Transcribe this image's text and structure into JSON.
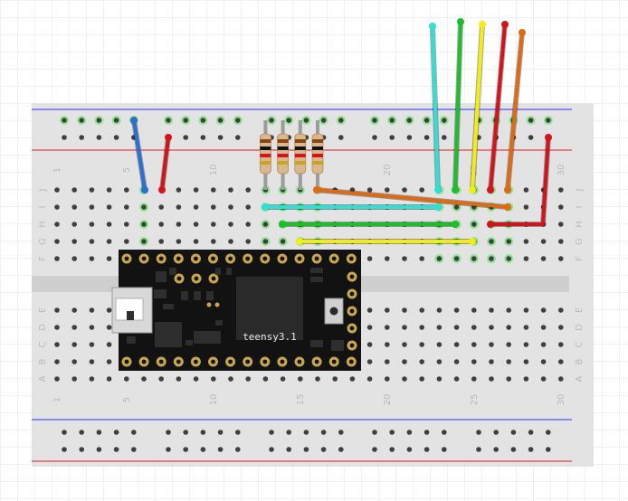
{
  "board": {
    "column_numbers": [
      "1",
      "5",
      "10",
      "15",
      "20",
      "25",
      "30"
    ],
    "row_letters_top": [
      "J",
      "I",
      "H",
      "G",
      "F"
    ],
    "row_letters_bottom": [
      "E",
      "D",
      "C",
      "B",
      "A"
    ],
    "colors": {
      "board": "#e3e3e3",
      "hole": "#3f3f3f",
      "rail_blue": "#2d2dff",
      "rail_red": "#e01818",
      "label": "#b9b9b9",
      "grid": "#e8e8e8",
      "active_hole": "#8fe28f"
    }
  },
  "microcontroller": {
    "label": "teensy3.1",
    "colors": {
      "pcb": "#121212",
      "pad": "#c8a64b",
      "text": "#e8e8e8",
      "chip": "#2a2a2a"
    }
  },
  "resistors": [
    {
      "name": "resistor-1",
      "bands": [
        "#8b4513",
        "#111111",
        "#d4141c",
        "#c9a227"
      ]
    },
    {
      "name": "resistor-2",
      "bands": [
        "#8b4513",
        "#111111",
        "#d4141c",
        "#c9a227"
      ]
    },
    {
      "name": "resistor-3",
      "bands": [
        "#8b4513",
        "#111111",
        "#d4141c",
        "#c9a227"
      ]
    },
    {
      "name": "resistor-4",
      "bands": [
        "#8b4513",
        "#111111",
        "#d4141c",
        "#c9a227"
      ]
    }
  ],
  "wires": [
    {
      "name": "blue-wire",
      "color": "#2a6fd1"
    },
    {
      "name": "red-wire-left",
      "color": "#d3141a"
    },
    {
      "name": "cyan-wire-vertical",
      "color": "#2ee0d6"
    },
    {
      "name": "green-wire-vertical",
      "color": "#1bbf2a"
    },
    {
      "name": "yellow-wire-vertical",
      "color": "#f2ee10"
    },
    {
      "name": "red-wire-vertical",
      "color": "#d3141a"
    },
    {
      "name": "orange-wire-vertical",
      "color": "#e06a12"
    },
    {
      "name": "orange-wire-diagonal",
      "color": "#e06a12"
    },
    {
      "name": "cyan-wire-horizontal",
      "color": "#2ee0d6"
    },
    {
      "name": "green-wire-horizontal",
      "color": "#1bbf2a"
    },
    {
      "name": "yellow-wire-horizontal",
      "color": "#f2ee10"
    },
    {
      "name": "red-wire-right",
      "color": "#d3141a"
    }
  ]
}
